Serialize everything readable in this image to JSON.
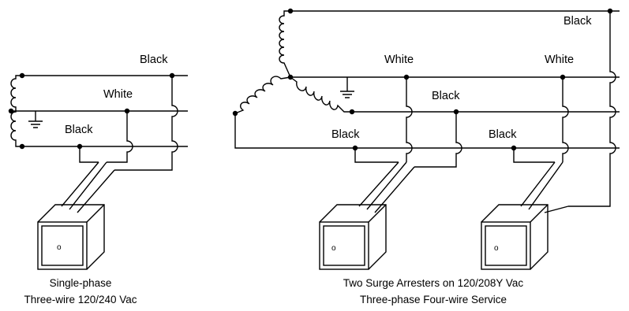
{
  "single_phase": {
    "labels": {
      "top": "Black",
      "middle": "White",
      "bottom": "Black"
    },
    "arrester_mark": "o",
    "caption": [
      "Single-phase",
      "Three-wire 120/240 Vac"
    ]
  },
  "three_phase": {
    "labels": {
      "top": "Black",
      "white_1": "White",
      "white_2": "White",
      "phase_b": "Black",
      "phase_c_1": "Black",
      "phase_c_2": "Black"
    },
    "arrester_marks": [
      "o",
      "o"
    ],
    "caption": [
      "Two Surge Arresters on 120/208Y Vac",
      "Three-phase Four-wire Service"
    ]
  }
}
